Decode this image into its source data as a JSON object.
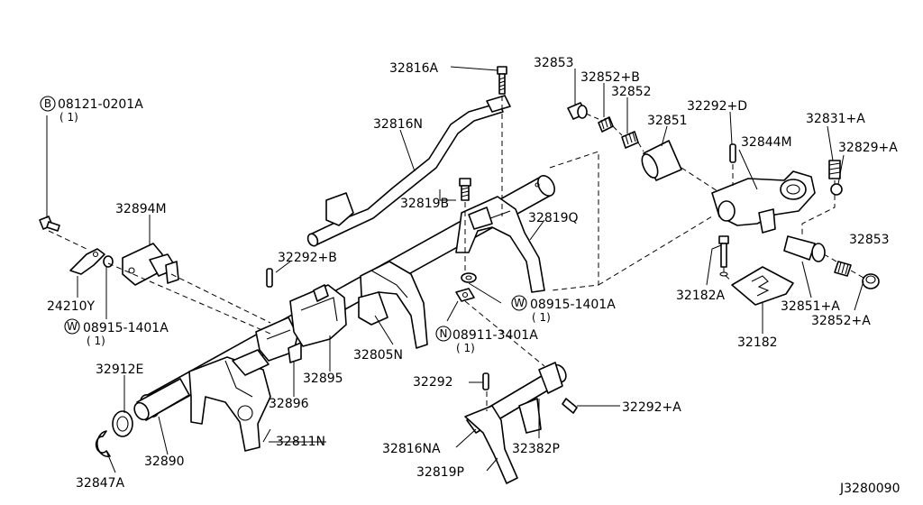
{
  "diagram_id": "J3280090",
  "callouts": [
    {
      "id": "c1",
      "text": "32816A"
    },
    {
      "id": "c2",
      "text": "32853"
    },
    {
      "id": "c3",
      "text": "32852+B"
    },
    {
      "id": "c4",
      "text": "32852"
    },
    {
      "id": "c5",
      "text": "32851"
    },
    {
      "id": "c6",
      "text": "32292+D"
    },
    {
      "id": "c7",
      "text": "32831+A"
    },
    {
      "id": "c8",
      "text": "32829+A"
    },
    {
      "id": "c9",
      "text": "32844M"
    },
    {
      "id": "c10",
      "text": "32816N"
    },
    {
      "id": "c11",
      "text": "32819B"
    },
    {
      "id": "c12",
      "text": "32819Q"
    },
    {
      "id": "c13",
      "text": "32894M"
    },
    {
      "id": "c14",
      "text": "32292+B"
    },
    {
      "id": "c15",
      "text": "24210Y"
    },
    {
      "id": "c16",
      "text": "32853"
    },
    {
      "id": "c17",
      "text": "32182A"
    },
    {
      "id": "c18",
      "text": "32851+A"
    },
    {
      "id": "c19",
      "text": "32852+A"
    },
    {
      "id": "c20",
      "text": "32182"
    },
    {
      "id": "c21",
      "text": "32805N"
    },
    {
      "id": "c22",
      "text": "32895"
    },
    {
      "id": "c23",
      "text": "32896"
    },
    {
      "id": "c24",
      "text": "32912E"
    },
    {
      "id": "c25",
      "text": "32292"
    },
    {
      "id": "c26",
      "text": "32292+A"
    },
    {
      "id": "c27",
      "text": "32811N"
    },
    {
      "id": "c28",
      "text": "32816NA"
    },
    {
      "id": "c29",
      "text": "32382P"
    },
    {
      "id": "c30",
      "text": "32890"
    },
    {
      "id": "c31",
      "text": "32819P"
    },
    {
      "id": "c32",
      "text": "32847A"
    }
  ],
  "fasteners": [
    {
      "id": "f1",
      "symbol": "B",
      "text": "08121-0201A",
      "qty": "( 1)"
    },
    {
      "id": "f2",
      "symbol": "W",
      "text": "08915-1401A",
      "qty": "( 1)"
    },
    {
      "id": "f3",
      "symbol": "W",
      "text": "08915-1401A",
      "qty": "( 1)"
    },
    {
      "id": "f4",
      "symbol": "N",
      "text": "08911-3401A",
      "qty": "( 1)"
    }
  ]
}
